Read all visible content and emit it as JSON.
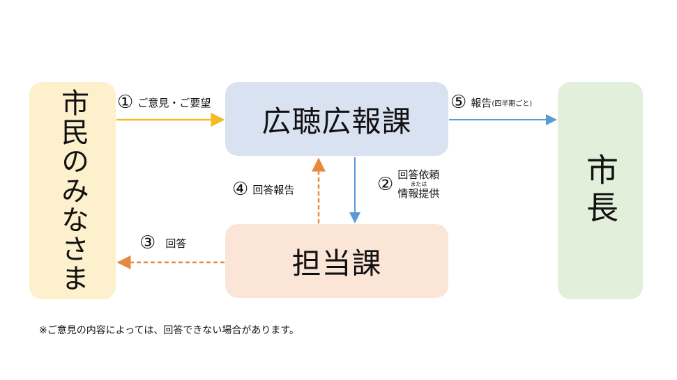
{
  "nodes": {
    "citizens": "市民のみなさま",
    "kocho": "広聴広報課",
    "tanto": "担当課",
    "mayor": "市長"
  },
  "flows": {
    "f1": {
      "num": "①",
      "label": "ご意見・ご要望"
    },
    "f2": {
      "num": "②",
      "line1": "回答依頼",
      "small": "または",
      "line2": "情報提供"
    },
    "f3": {
      "num": "③",
      "label": "回答"
    },
    "f4": {
      "num": "④",
      "label": "回答報告"
    },
    "f5": {
      "num": "⑤",
      "label": "報告",
      "suffix": "(四半期ごと)"
    }
  },
  "note": "※ご意見の内容によっては、回答できない場合があります。",
  "colors": {
    "citizens_box": "#fdf0cc",
    "kocho_box": "#d9e2f1",
    "tanto_box": "#fbe5d7",
    "mayor_box": "#e2efdb",
    "arrow_yellow": "#f5b922",
    "arrow_blue": "#5b9bd5",
    "arrow_orange_dashed": "#e58a3c"
  }
}
